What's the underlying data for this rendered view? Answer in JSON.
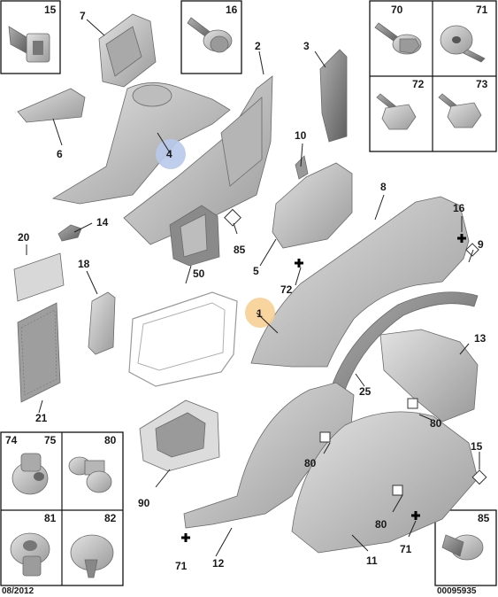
{
  "diagram": {
    "footer_date": "08/2012",
    "footer_ref": "00095935",
    "callouts": {
      "c1": "1",
      "c2": "2",
      "c3": "3",
      "c4": "4",
      "c5": "5",
      "c6": "6",
      "c7": "7",
      "c8": "8",
      "c9": "9",
      "c10": "10",
      "c11": "11",
      "c12": "12",
      "c13": "13",
      "c14": "14",
      "c15a": "15",
      "c15b": "15",
      "c16a": "16",
      "c16b": "16",
      "c18": "18",
      "c20": "20",
      "c21": "21",
      "c25": "25",
      "c50": "50",
      "c70": "70",
      "c71a": "71",
      "c71b": "71",
      "c71c": "71",
      "c72a": "72",
      "c72b": "72",
      "c73": "73",
      "c74": "74",
      "c75": "75",
      "c80a": "80",
      "c80b": "80",
      "c80c": "80",
      "c80d": "80",
      "c81": "81",
      "c82": "82",
      "c85a": "85",
      "c85b": "85",
      "c90": "90"
    },
    "colors": {
      "part_fill": "#c4c4c4",
      "part_dark": "#8e8e8e",
      "highlight_blue": "#b8c9ea",
      "highlight_orange": "#f7cf93",
      "frame": "#111111"
    }
  }
}
